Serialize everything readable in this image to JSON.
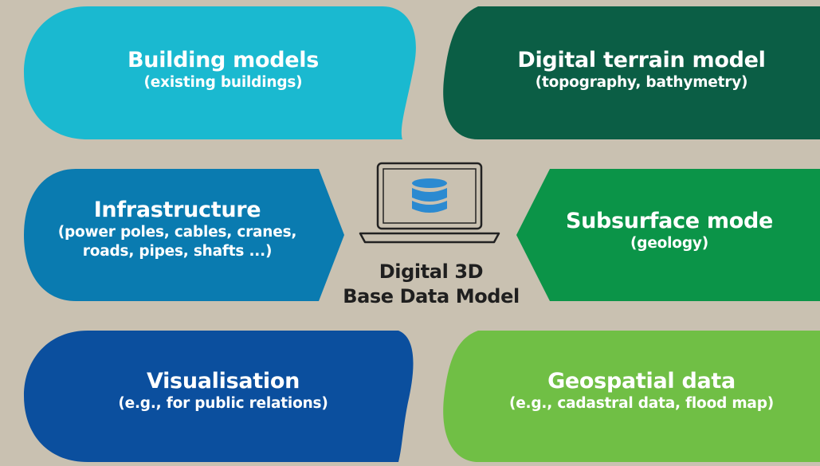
{
  "colors": {
    "background": "#c9c1b1",
    "building_models": "#1ab9d0",
    "digital_terrain": "#0b5e45",
    "infrastructure": "#0a7bb0",
    "subsurface": "#0b9448",
    "visualisation": "#0b4f9e",
    "geospatial": "#70bf45",
    "database_icon": "#2b8ad1",
    "laptop_outline": "#222222"
  },
  "center": {
    "icon": "laptop-database-icon",
    "line1": "Digital 3D",
    "line2": "Base Data Model"
  },
  "blocks": {
    "building_models": {
      "title": "Building models",
      "subtitle": "(existing buildings)"
    },
    "digital_terrain": {
      "title": "Digital terrain model",
      "subtitle": "(topography, bathymetry)"
    },
    "infrastructure": {
      "title": "Infrastructure",
      "subtitle1": "(power poles, cables, cranes,",
      "subtitle2": "roads, pipes, shafts ...)"
    },
    "subsurface": {
      "title": "Subsurface mode",
      "subtitle": "(geology)"
    },
    "visualisation": {
      "title": "Visualisation",
      "subtitle": "(e.g., for public relations)"
    },
    "geospatial": {
      "title": "Geospatial data",
      "subtitle": "(e.g., cadastral data, flood map)"
    }
  }
}
